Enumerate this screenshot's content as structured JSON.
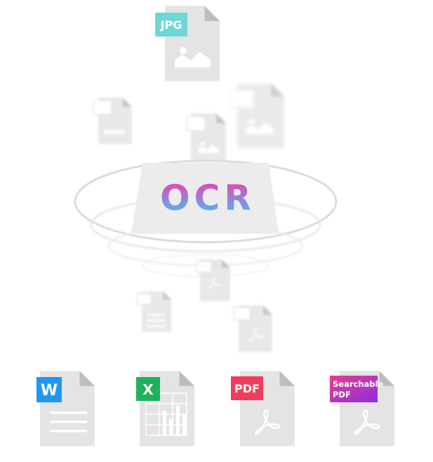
{
  "input_file": {
    "badge": "JPG",
    "badge_color": "#6fd6d9",
    "icon": "image-file-icon"
  },
  "engine": {
    "label": "OCR",
    "gradient_colors": [
      "#ff33aa",
      "#33ccff"
    ]
  },
  "outputs": [
    {
      "badge": "W",
      "badge_color": "#2196f3",
      "icon": "word-document-icon"
    },
    {
      "badge": "X",
      "badge_color": "#1fb25a",
      "icon": "excel-spreadsheet-icon"
    },
    {
      "badge": "PDF",
      "badge_color": "#ef3e5c",
      "icon": "pdf-file-icon"
    },
    {
      "badge_line1": "Searchable",
      "badge_line2": "PDF",
      "badge_colors": [
        "#e83e8c",
        "#8e2de2"
      ],
      "icon": "searchable-pdf-icon"
    }
  ]
}
